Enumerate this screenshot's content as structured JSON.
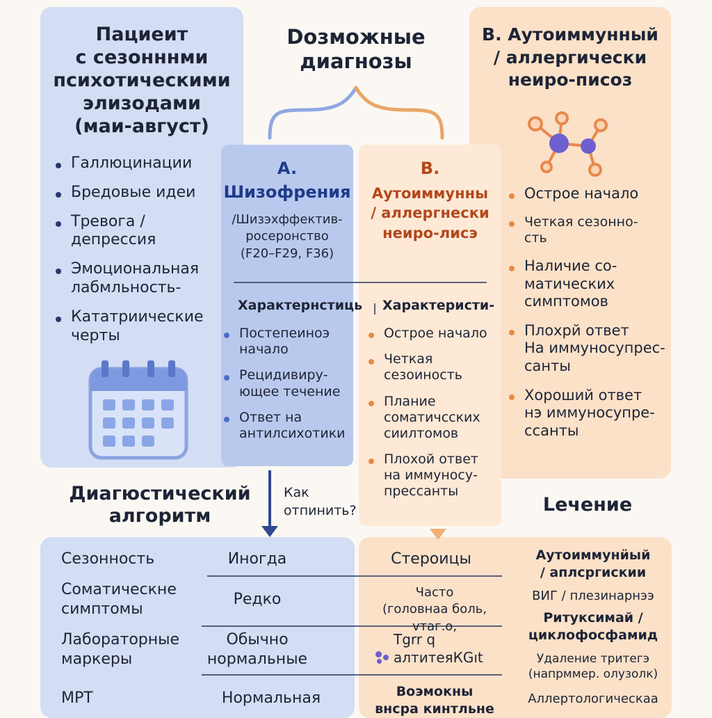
{
  "center_title": "Dозможные\nдиагнозы",
  "patient": {
    "title": "Пациеит\nс сезонннми\nпсихотическими\nэлизодами\n(маи-август)",
    "symptoms": [
      "Галлюцинации",
      "Бредовые идеи",
      "Тревога /\nдепрессия",
      "Эмоциональная\nлабмльность-",
      "Кататриические\nчерты"
    ]
  },
  "option_a": {
    "letter": "A.",
    "name": "Шизофрения",
    "sub": "/Шизэхффектив-\nросеронство\n(F20–F29, F36)",
    "char_title": "Характернстиць",
    "items": [
      "Постепеинoэ\nначало",
      "Рецидивиру-\nющее течение",
      "Ответ на\nантилсихотики"
    ]
  },
  "option_b": {
    "letter": "B.",
    "name": "Аутоиммунны\n/ аллергнески\nнеиро-лисэ",
    "char_title": "Характеристи-",
    "items": [
      "Острое начало",
      "Четкая\nсезоиность",
      "Плание\nсоматичcских\nсиилтомов",
      "Плохой ответ\nна иммуносу-\nпрессанты"
    ]
  },
  "right_b": {
    "title": "B. Аутоиммунный\n/ аллергически\nнеиро-писоз",
    "items": [
      "Острое начало",
      "Четкая сезонно-\nсть",
      "Наличие со-\nматических\nсимптомов",
      "Плохрй ответ\nНа иммуносупрес-\nсанты",
      "Хороший ответ\nнэ иммуносупре-\nссанты"
    ]
  },
  "algorithm": {
    "title": "Диагюстический\nалгоритм",
    "question": "Как\nотпинить?",
    "rows": [
      {
        "label": "Сезонность",
        "a": "Иногда",
        "b": "Стероицы"
      },
      {
        "label": "Соматическне\nсимптомы",
        "a": "Редко",
        "b": "Часто\n(головнаа боль, vтаг.о,"
      },
      {
        "label": "Лабораторные\nмаркеры",
        "a": "Обычно\nнормальные",
        "b": "Tgrr q\nалтитеяКGıt"
      },
      {
        "label": "МРТ",
        "a": "Нормальная",
        "b": "Bоэмокны\nвнсра кинтльне"
      }
    ]
  },
  "treatment": {
    "title": "Lечение",
    "lines": [
      "Аутоиммунӥый\n/ аплсргискии",
      "ВИГ / плезинарнээ",
      "Ритуксимай /\nциклофосфамид",
      "Удаление тритегэ\n(напрммер. олузолк)",
      "Аллертологическаа"
    ]
  },
  "colors": {
    "blue": "#d3ddf3",
    "blue_accent": "#4d6ec4",
    "peach": "#fbe1c8",
    "orange": "#e88a44",
    "navy": "#26386e"
  }
}
